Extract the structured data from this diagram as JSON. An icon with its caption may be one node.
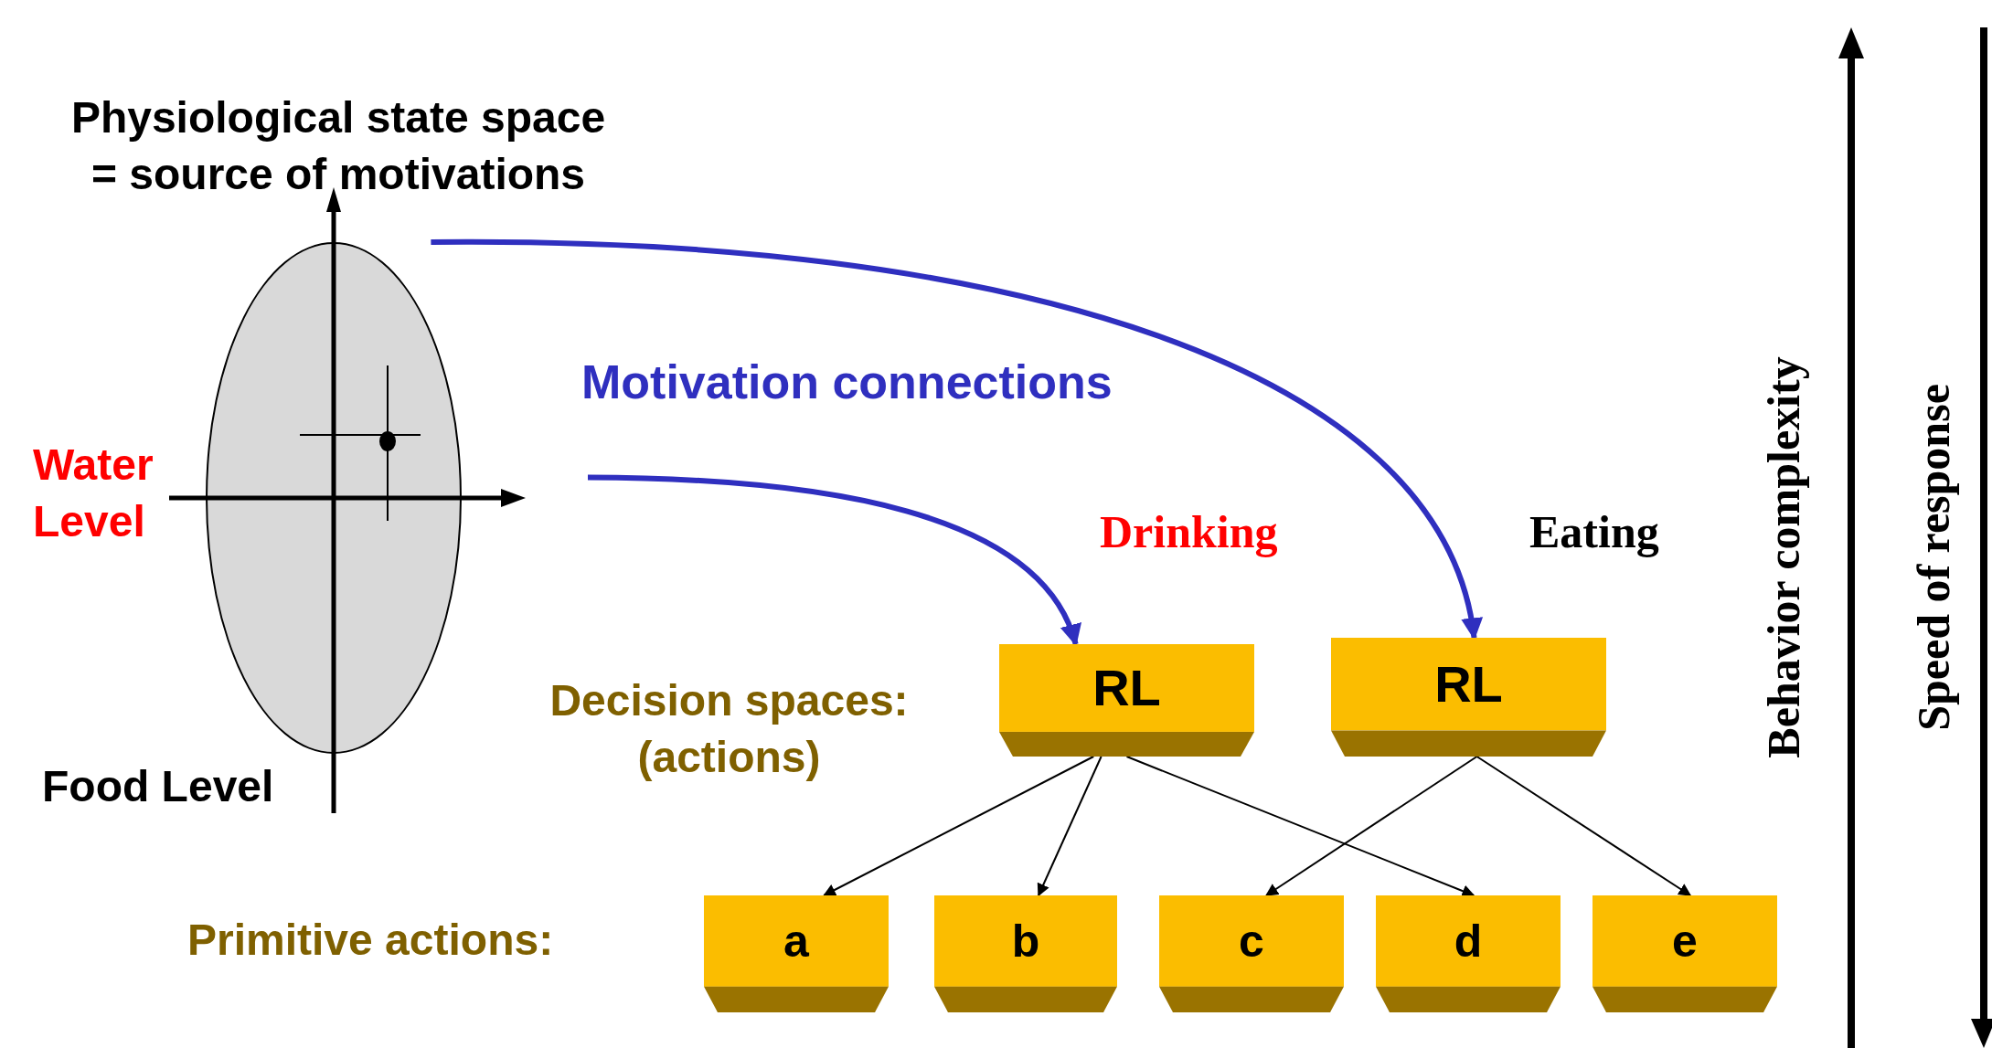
{
  "diagram": {
    "title": "Physiological state space = source of motivations",
    "nodes": [
      {
        "text": [],
        "shape": "circle"
      },
      {
        "text": [
          "RL"
        ],
        "beside": [
          "Drinking"
        ]
      },
      {
        "text": [
          "RL"
        ],
        "beside": [
          "Eating"
        ]
      },
      {
        "text": [
          "a"
        ]
      },
      {
        "text": [
          "b"
        ]
      },
      {
        "text": [
          "c"
        ]
      },
      {
        "text": [
          "d"
        ]
      },
      {
        "text": [
          "e"
        ]
      }
    ],
    "edges": [
      {
        "from": 0,
        "to": 2,
        "arrow": "to",
        "style": "thick",
        "color": "#2f2fbf"
      },
      {
        "from": 0,
        "to": 1,
        "arrow": "to",
        "style": "thick",
        "color": "#2f2fbf"
      },
      {
        "from": 1,
        "to": 3,
        "arrow": "to"
      },
      {
        "from": 1,
        "to": 4,
        "arrow": "to"
      },
      {
        "from": 1,
        "to": 6,
        "arrow": "to"
      },
      {
        "from": 2,
        "to": 5,
        "arrow": "to"
      },
      {
        "from": 2,
        "to": 7,
        "arrow": "to"
      }
    ],
    "labels": [
      "Water Level",
      "Motivation connections",
      "Decision spaces: (actions)",
      "Food Level",
      "Primitive actions:",
      "Behavior complexity",
      "Speed of response"
    ]
  }
}
